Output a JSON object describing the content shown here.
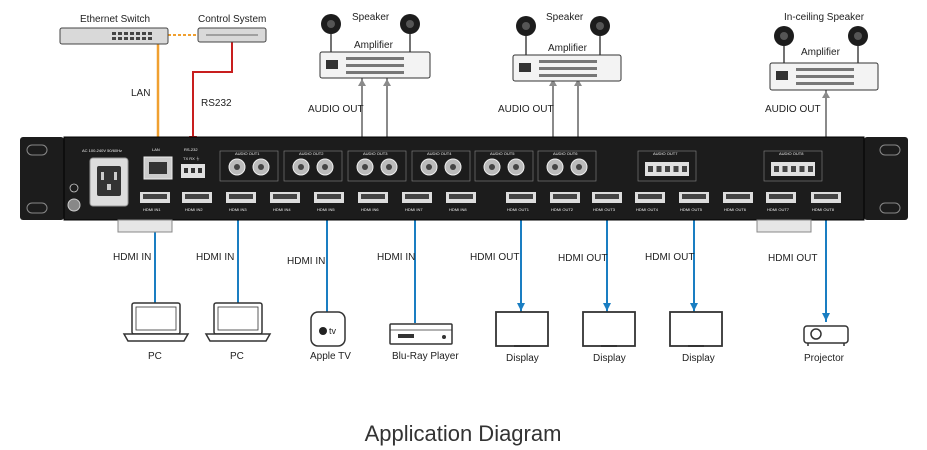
{
  "title": "Application Diagram",
  "top_devices": {
    "ethernet_switch": "Ethernet Switch",
    "control_system": "Control System",
    "lan": "LAN",
    "rs232": "RS232"
  },
  "amplifiers": [
    {
      "speaker_label": "Speaker",
      "amp_label": "Amplifier",
      "audio_out": "AUDIO OUT"
    },
    {
      "speaker_label": "Speaker",
      "amp_label": "Amplifier",
      "audio_out": "AUDIO OUT"
    },
    {
      "speaker_label": "In-ceiling Speaker",
      "amp_label": "Amplifier",
      "audio_out": "AUDIO OUT"
    }
  ],
  "panel": {
    "power_label": "AC 100-240V 50/60Hz",
    "lan_port": "LAN",
    "rs232_port": "RS-232",
    "rs232_pins": "TX RX ⏚",
    "audio_outs": [
      "AUDIO OUT1",
      "AUDIO OUT2",
      "AUDIO OUT3",
      "AUDIO OUT4",
      "AUDIO OUT5",
      "AUDIO OUT6",
      "AUDIO OUT7",
      "AUDIO OUT8"
    ],
    "hdmi_ins": [
      "HDMI IN1",
      "HDMI IN2",
      "HDMI IN3",
      "HDMI IN4",
      "HDMI IN5",
      "HDMI IN6",
      "HDMI IN7",
      "HDMI IN8"
    ],
    "hdmi_outs": [
      "HDMI OUT1",
      "HDMI OUT2",
      "HDMI OUT3",
      "HDMI OUT4",
      "HDMI OUT5",
      "HDMI OUT6",
      "HDMI OUT7",
      "HDMI OUT8"
    ]
  },
  "sources": [
    {
      "conn": "HDMI IN",
      "label": "PC",
      "icon": "laptop-icon"
    },
    {
      "conn": "HDMI IN",
      "label": "PC",
      "icon": "laptop-icon"
    },
    {
      "conn": "HDMI IN",
      "label": "Apple TV",
      "icon": "apple-tv-icon",
      "brand": "tv"
    },
    {
      "conn": "HDMI IN",
      "label": "Blu-Ray Player",
      "icon": "bluray-player-icon"
    }
  ],
  "sinks": [
    {
      "conn": "HDMI OUT",
      "label": "Display",
      "icon": "display-icon"
    },
    {
      "conn": "HDMI OUT",
      "label": "Display",
      "icon": "display-icon"
    },
    {
      "conn": "HDMI OUT",
      "label": "Display",
      "icon": "display-icon"
    },
    {
      "conn": "HDMI OUT",
      "label": "Projector",
      "icon": "projector-icon"
    }
  ],
  "colors": {
    "lan": "#f0a030",
    "rs232": "#c81e1e",
    "hdmi": "#1a7ec2",
    "audio": "#888888",
    "panel": "#1c1c1c"
  }
}
